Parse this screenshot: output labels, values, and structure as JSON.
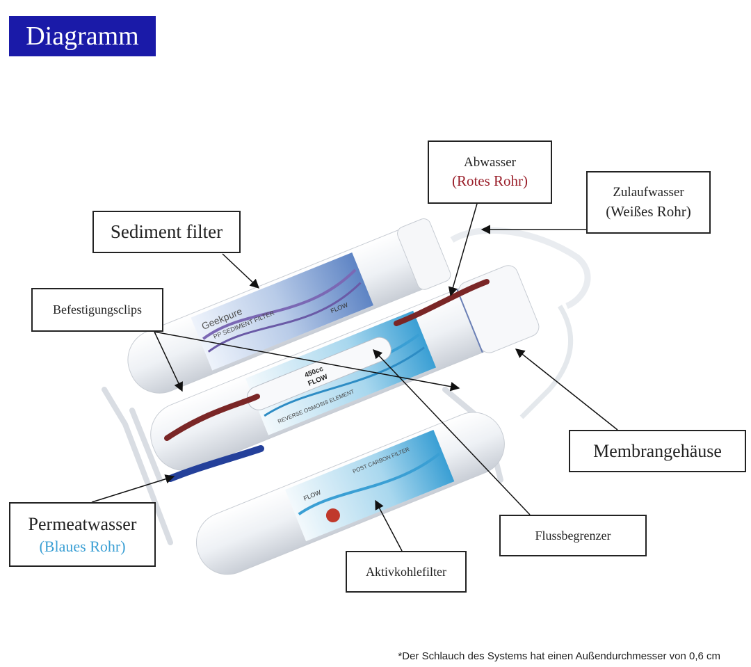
{
  "header": {
    "title": "Diagramm"
  },
  "labels": {
    "sediment": "Sediment filter",
    "clips": "Befestigungsclips",
    "waste": "Abwasser",
    "waste_sub": "(Rotes Rohr)",
    "feed": "Zulaufwasser",
    "feed_sub": "(Weißes Rohr)",
    "membrane": "Membrangehäuse",
    "permeate": "Permeatwasser",
    "permeate_sub": "(Blaues Rohr)",
    "flow_restrictor": "Flussbegrenzer",
    "carbon": "Aktivkohlefilter"
  },
  "product_text": {
    "brand": "Geekpure",
    "sediment_label": "PP SEDIMENT FILTER",
    "flow": "FLOW",
    "restrictor_value": "450cc",
    "membrane_label": "REVERSE OSMOSIS ELEMENT",
    "carbon_label": "POST CARBON FILTER"
  },
  "footnote": "*Der Schlauch des Systems hat einen Außendurchmesser von 0,6 cm",
  "colors": {
    "badge": "#1a1aa8",
    "red_tube": "#7a2626",
    "blue_tube": "#24409a",
    "housing": "#f2f4f7",
    "red_text": "#9a1f2a",
    "blue_text": "#3a9fd4"
  }
}
